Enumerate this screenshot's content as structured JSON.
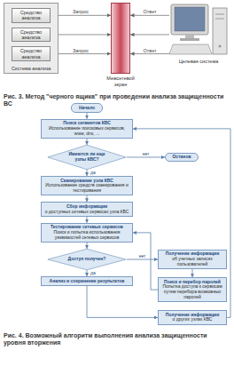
{
  "diagram": {
    "nodes": [
      {
        "text": [
          "Система анализа"
        ]
      },
      {
        "text": [
          "Средство анализа"
        ],
        "in": 0
      },
      {
        "text": [
          "Средство анализа"
        ],
        "in": 0
      },
      {
        "text": [
          "Средство анализа"
        ],
        "in": 0
      },
      {
        "text": [
          "Межсетевой экран"
        ]
      },
      {
        "text": [
          "Целевая система"
        ]
      },
      {
        "text": [
          "Начало"
        ]
      },
      {
        "text": [
          "Поиск сегментов КВС",
          "Использование поисковых сервисов, www, dns, ..."
        ]
      },
      {
        "text": [
          "Имеются ли еще узлы КВС?"
        ]
      },
      {
        "text": [
          "Останов"
        ]
      },
      {
        "text": [
          "Сканирование узла КВС",
          "Использование средств сканирования и тестирования"
        ]
      },
      {
        "text": [
          "Сбор информации",
          "о доступных сетевых сервисах узла КВС"
        ]
      },
      {
        "text": [
          "Тестирование сетевых сервисов",
          "Поиск и попытка использования уязвимостей сетевых сервисов"
        ]
      },
      {
        "text": [
          "Доступ получен?"
        ]
      },
      {
        "text": [
          "Анализ и сохранение результатов"
        ]
      },
      {
        "text": [
          "Получение информации",
          "об учетных записях пользователей"
        ]
      },
      {
        "text": [
          "Поиск и перебор паролей",
          "Попытка доступа к сервисам путем перебора возможных паролей"
        ]
      },
      {
        "text": [
          "Получение информации",
          "о других узлах КВС"
        ]
      }
    ],
    "edges": [
      {
        "from": 1,
        "to": 4,
        "label": "Запрос",
        "arrow": "to"
      },
      {
        "from": 5,
        "to": 4,
        "label": "Ответ",
        "arrow": "to"
      },
      {
        "from": 2,
        "to": 4,
        "arrow": "to"
      },
      {
        "from": 5,
        "to": 4,
        "arrow": "to"
      },
      {
        "from": 3,
        "to": 4,
        "label": "Запрос",
        "arrow": "to"
      },
      {
        "from": 5,
        "to": 4,
        "label": "Ответ",
        "arrow": "to"
      },
      {
        "from": 6,
        "to": 7,
        "arrow": "to"
      },
      {
        "from": 7,
        "to": 8,
        "arrow": "to"
      },
      {
        "from": 8,
        "to": 9,
        "label": "нет",
        "arrow": "to"
      },
      {
        "from": 8,
        "to": 10,
        "label": "да",
        "arrow": "to"
      },
      {
        "from": 10,
        "to": 11,
        "arrow": "to"
      },
      {
        "from": 11,
        "to": 12,
        "arrow": "to"
      },
      {
        "from": 12,
        "to": 13,
        "arrow": "to"
      },
      {
        "from": 13,
        "to": 14,
        "label": "да",
        "arrow": "to"
      },
      {
        "from": 13,
        "to": 15,
        "label": "нет",
        "arrow": "to"
      },
      {
        "from": 15,
        "to": 16,
        "arrow": "to"
      },
      {
        "from": 16,
        "to": 12,
        "arrow": "to"
      },
      {
        "from": 14,
        "to": 17,
        "arrow": "to"
      },
      {
        "from": 17,
        "to": 7,
        "arrow": "to"
      }
    ],
    "labels": [
      "Рис. 3. Метод \"черного ящика\" при проведении анализа защищенности ВС",
      "Рис. 4. Возможный алгоритм выполнения анализа защищенности уровня вторжения"
    ]
  }
}
